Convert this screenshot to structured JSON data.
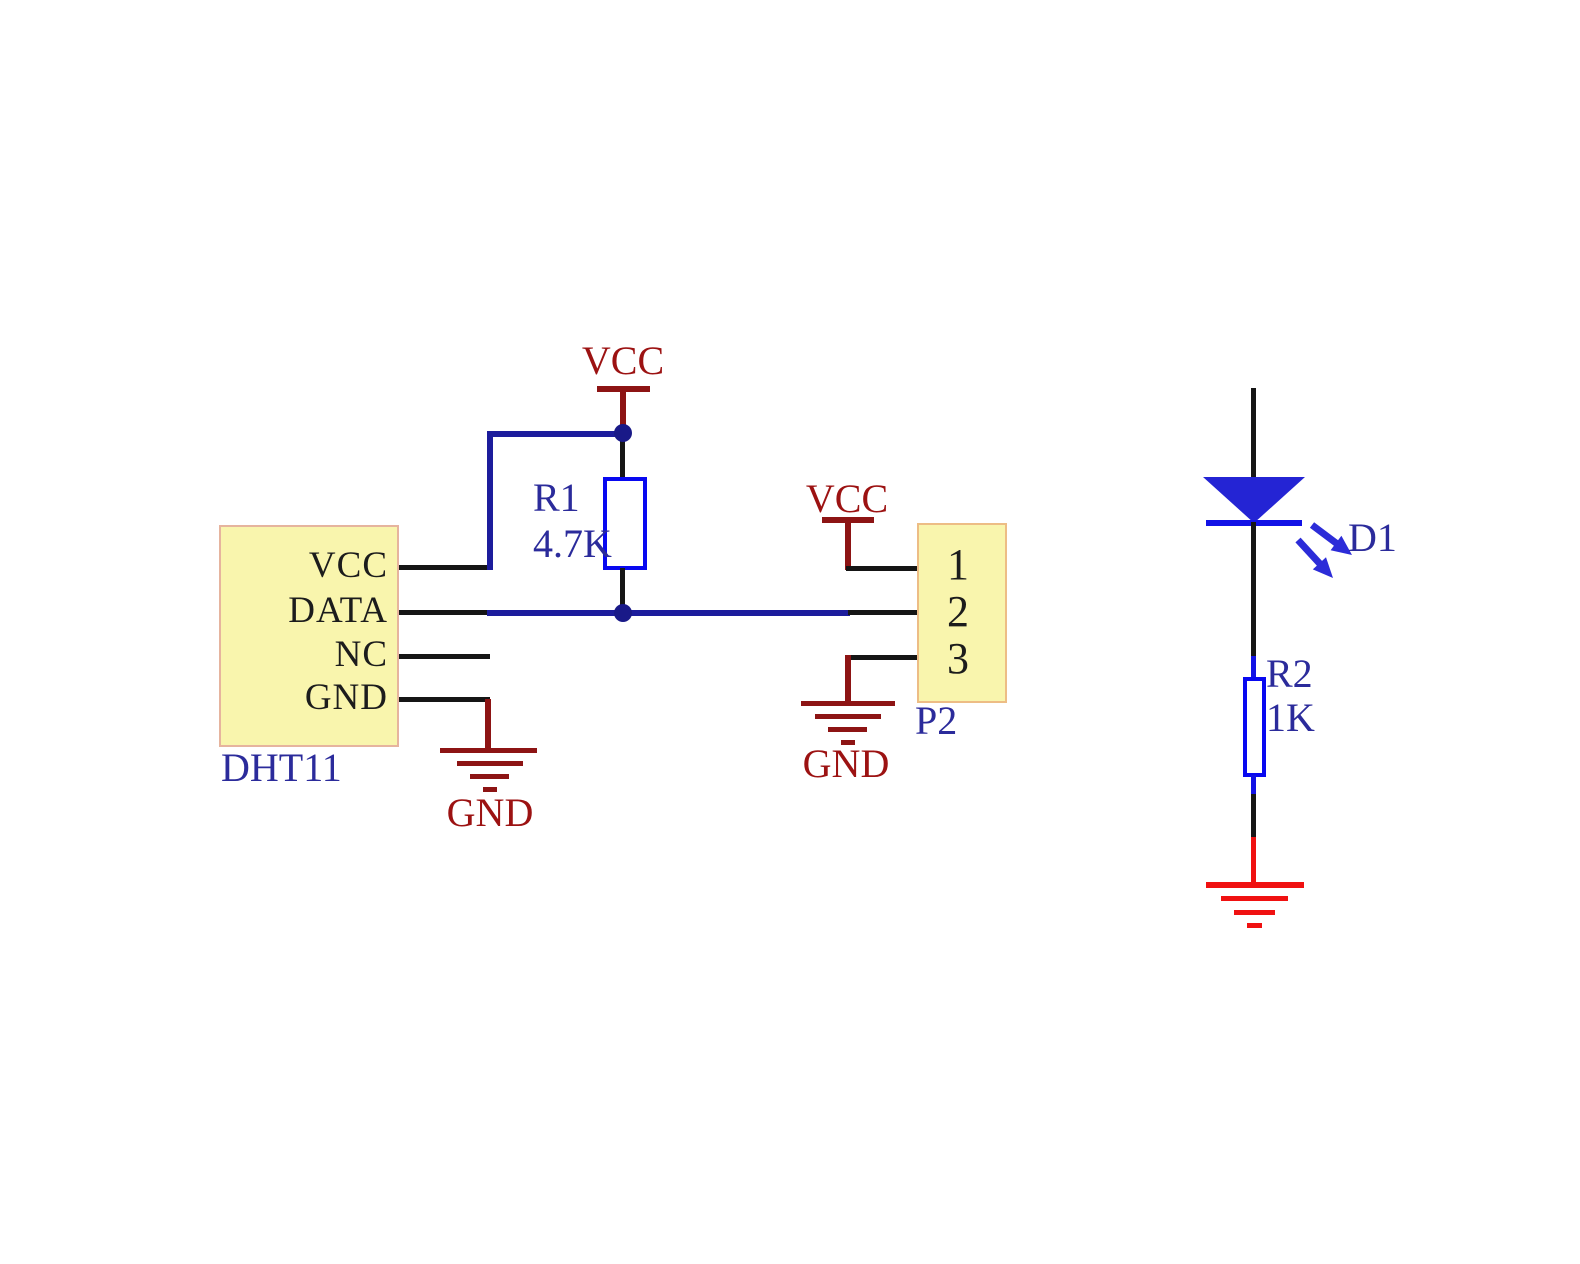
{
  "diagram": {
    "kind": "circuit-schematic",
    "sensor": {
      "designator": "DHT11",
      "pins": [
        "VCC",
        "DATA",
        "NC",
        "GND"
      ]
    },
    "connector": {
      "designator": "P2",
      "pins": [
        "1",
        "2",
        "3"
      ]
    },
    "resistor_r1": {
      "designator": "R1",
      "value": "4.7K"
    },
    "resistor_r2": {
      "designator": "R2",
      "value": "1K"
    },
    "led": {
      "designator": "D1"
    },
    "power": {
      "vcc_r1_label": "VCC",
      "vcc_p2_label": "VCC",
      "gnd_dht11_label": "GND",
      "gnd_p2_label": "GND"
    },
    "colors": {
      "wire_black": "#151515",
      "net_blue": "#1c1c9c",
      "power_dark_red": "#8d1414",
      "ground_bright_red": "#f01111",
      "component_yellow": "#f9f5ad",
      "resistor_outline_blue": "#0808f0",
      "label_blue": "#2b2b9b",
      "label_red": "#9c1212"
    }
  }
}
